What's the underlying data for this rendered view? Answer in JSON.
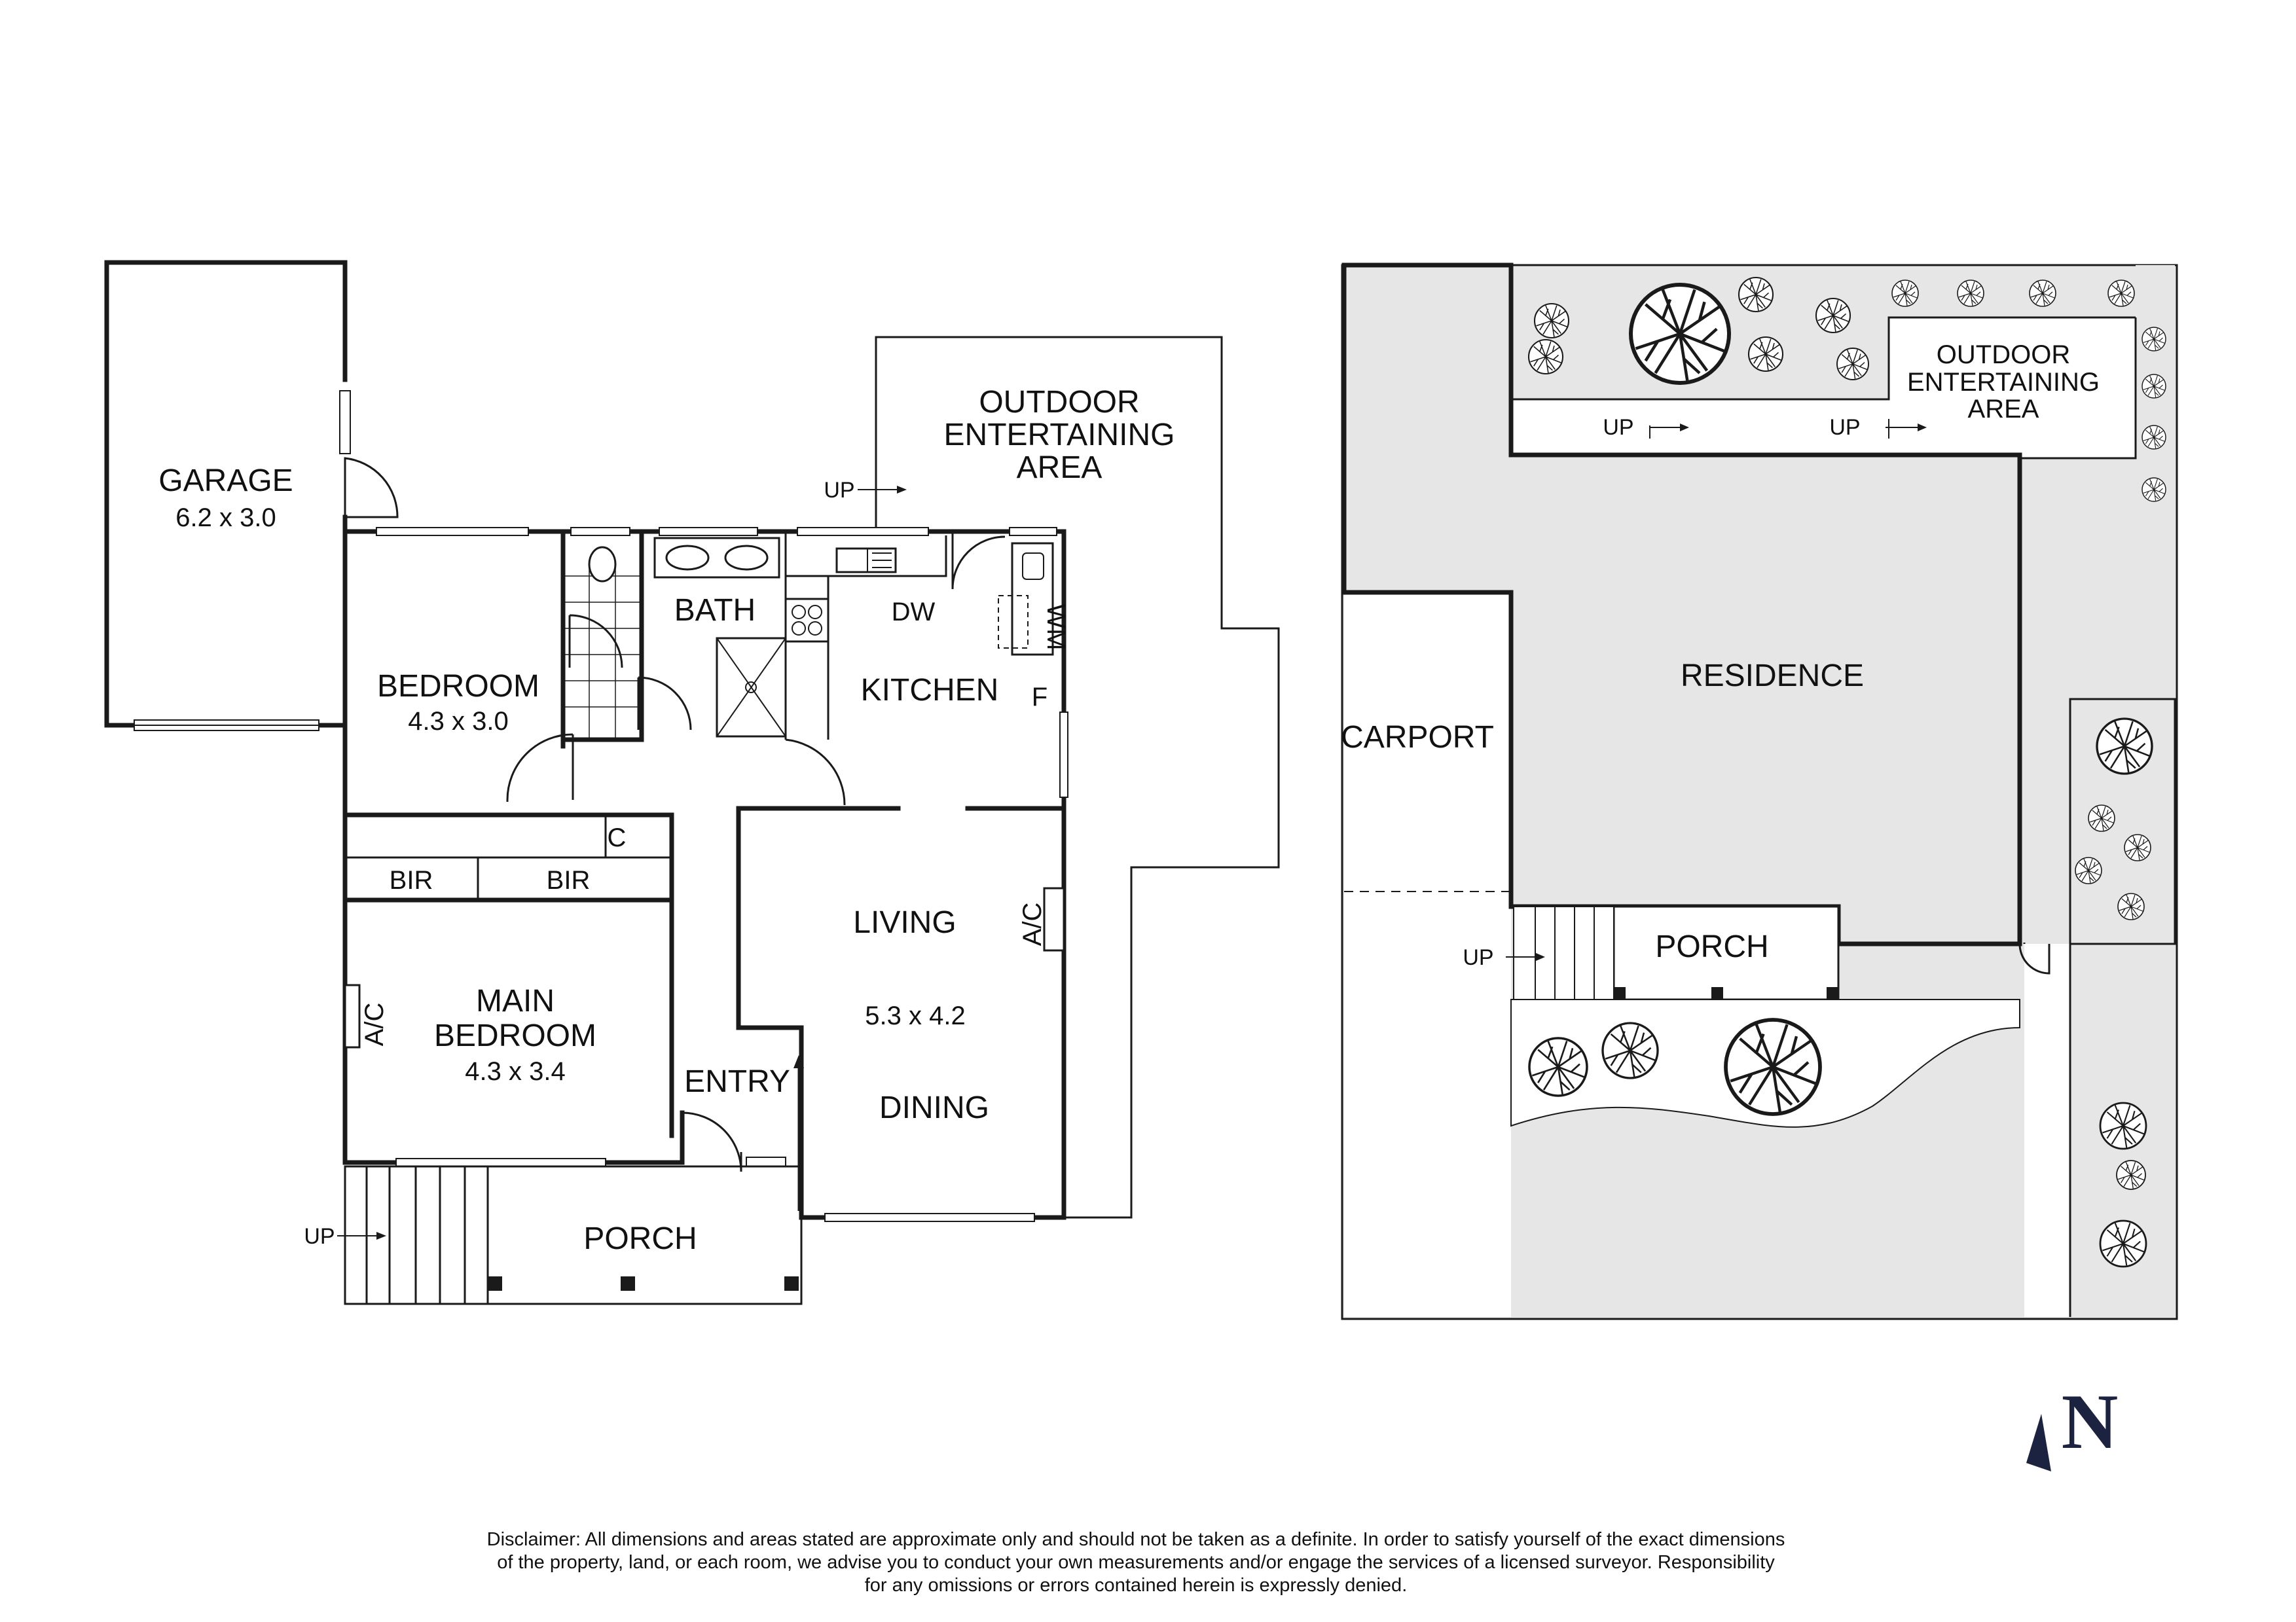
{
  "floor_plan": {
    "rooms": {
      "garage": {
        "name": "GARAGE",
        "size": "6.2 x 3.0"
      },
      "bedroom": {
        "name": "BEDROOM",
        "size": "4.3 x 3.0"
      },
      "bath": {
        "name": "BATH"
      },
      "kitchen": {
        "name": "KITCHEN"
      },
      "dw": "DW",
      "wm": "WM",
      "fridge": "F",
      "cupboard": "C",
      "bir1": "BIR",
      "bir2": "BIR",
      "main_bedroom": {
        "name_line1": "MAIN",
        "name_line2": "BEDROOM",
        "size": "4.3 x 3.4"
      },
      "living": {
        "name": "LIVING",
        "size": "5.3 x 4.2"
      },
      "dining": {
        "name": "DINING"
      },
      "entry": {
        "name": "ENTRY"
      },
      "porch": {
        "name": "PORCH"
      },
      "ac_main": "A/C",
      "ac_living": "A/C",
      "outdoor": {
        "line1": "OUTDOOR",
        "line2": "ENTERTAINING",
        "line3": "AREA"
      }
    },
    "up_labels": [
      "UP",
      "UP"
    ]
  },
  "site_plan": {
    "residence": "RESIDENCE",
    "carport": "CARPORT",
    "porch": "PORCH",
    "outdoor": {
      "line1": "OUTDOOR",
      "line2": "ENTERTAINING",
      "line3": "AREA"
    },
    "up_labels": [
      "UP",
      "UP",
      "UP"
    ]
  },
  "north": "N",
  "disclaimer": {
    "line1": "Disclaimer: All dimensions and areas stated are approximate only and should not be taken as a definite. In order to satisfy yourself of the exact dimensions",
    "line2": "of the property, land, or each room, we advise you to conduct your own measurements and/or engage the services of a licensed surveyor. Responsibility",
    "line3": "for any omissions or errors contained herein is expressly denied."
  },
  "colors": {
    "ink": "#1a1a1a",
    "land": "#e6e6e6",
    "north": "#1b2340",
    "white": "#ffffff"
  }
}
